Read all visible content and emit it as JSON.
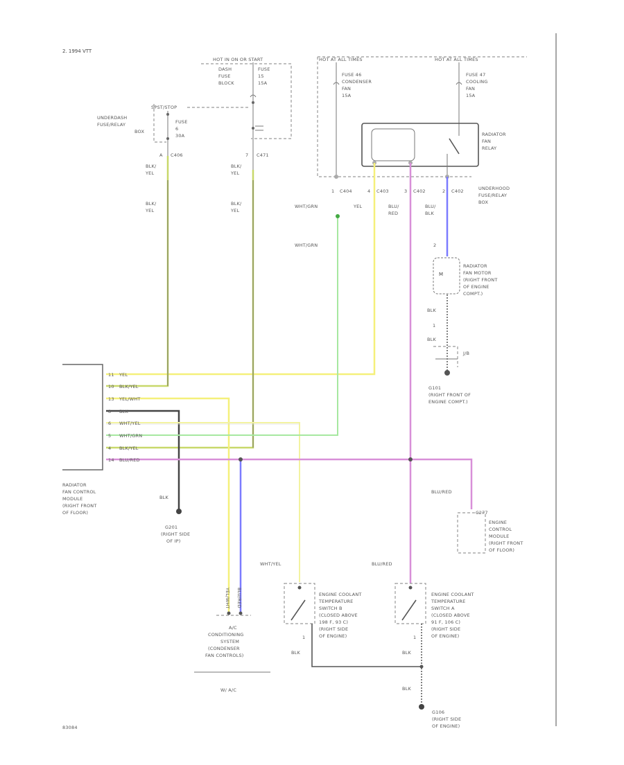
{
  "diagram": {
    "header": "2. 1994 VTT",
    "footer_code": "83084",
    "fuse_block_top": "HOT IN ON OR START",
    "fuse_block_name": [
      "DASH",
      "FUSE",
      "BLOCK"
    ],
    "fuse_15": [
      "FUSE",
      "15",
      "15A"
    ],
    "hot_at_all_times_left": "HOT AT ALL TIMES",
    "hot_at_all_times_right": "HOT AT ALL TIMES",
    "fuse_46": [
      "FUSE 46",
      "CONDENSER",
      "FAN",
      "15A"
    ],
    "fuse_47": [
      "FUSE 47",
      "COOLING",
      "FAN",
      "15A"
    ],
    "underdash_fuse_relay_box": [
      "UNDERDASH",
      "FUSE/RELAY",
      "BOX"
    ],
    "spst_stop": "SPST/STOP",
    "fuse_6": [
      "FUSE",
      "6",
      "30A"
    ],
    "conn_c406": "C406",
    "conn_c471": "C471",
    "radiator_fan_relay": [
      "RADIATOR",
      "FAN",
      "RELAY"
    ],
    "underhood_fuse_relay_box": [
      "UNDERHOOD",
      "FUSE/RELAY",
      "BOX"
    ],
    "underhood_connectors": [
      "C404",
      "C403",
      "C402",
      "C402"
    ],
    "pin_nums": [
      "1",
      "4",
      "3",
      "2"
    ],
    "wire_blkyel": [
      "BLK/",
      "YEL"
    ],
    "wire_wht_grn": "WHT/GRN",
    "wire_yel": "YEL",
    "wire_blu_red": [
      "BLU/",
      "RED"
    ],
    "wire_blu_blk": [
      "BLU/",
      "BLK"
    ],
    "radiator_fan_motor": [
      "RADIATOR",
      "FAN MOTOR",
      "(RIGHT FRONT",
      "OF ENGINE",
      "COMPT.)"
    ],
    "wire_blk": "BLK",
    "ground_g101": [
      "G101",
      "(RIGHT FRONT OF",
      "ENGINE COMPT.)"
    ],
    "jb_label": "J/B",
    "module_label": [
      "RADIATOR",
      "FAN CONTROL",
      "MODULE",
      "(RIGHT FRONT",
      "OF FLOOR)"
    ],
    "module_pins": [
      {
        "num": "11",
        "color": "YEL"
      },
      {
        "num": "10",
        "color": "BLK/YEL"
      },
      {
        "num": "13",
        "color": "YEL/WHT"
      },
      {
        "num": "8",
        "color": "BLK"
      },
      {
        "num": "6",
        "color": "WHT/YEL"
      },
      {
        "num": "5",
        "color": "WHT/GRN"
      },
      {
        "num": "4",
        "color": "BLK/YEL"
      },
      {
        "num": "14",
        "color": "BLU/RED"
      }
    ],
    "ground_g201": [
      "G201",
      "(RIGHT SIDE",
      "OF IP)"
    ],
    "wire_yel_wht_v": "YEL/WHT",
    "wire_blu_red_v": "BLU/RED",
    "ac_system": [
      "A/C",
      "CONDITIONING",
      "SYSTEM",
      "(CONDENSER",
      "FAN CONTROLS)"
    ],
    "ac_note": "W/ A/C",
    "wire_wht_yel": "WHT/YEL",
    "wire_blu_red2": "BLU/RED",
    "ecm_conn": "C277",
    "ecm_label": [
      "ENGINE",
      "CONTROL",
      "MODULE",
      "(RIGHT FRONT",
      "OF FLOOR)"
    ],
    "ect_switch_b": [
      "ENGINE COOLANT",
      "TEMPERATURE",
      "SWITCH B",
      "(CLOSED ABOVE",
      "198 F, 93 C)",
      "(RIGHT SIDE",
      "OF ENGINE)"
    ],
    "ect_switch_a": [
      "ENGINE COOLANT",
      "TEMPERATURE",
      "SWITCH A",
      "(CLOSED ABOVE",
      "91 F, 106 C)",
      "(RIGHT SIDE",
      "OF ENGINE)"
    ],
    "ground_g106": [
      "G106",
      "(RIGHT SIDE",
      "OF ENGINE)"
    ],
    "wire_colors": {
      "yellow": "#f5f07a",
      "black": "#444444",
      "blue": "#7b7bff",
      "green": "#a6e8a0",
      "magenta": "#d88fd8",
      "dashed": "#999999"
    }
  }
}
